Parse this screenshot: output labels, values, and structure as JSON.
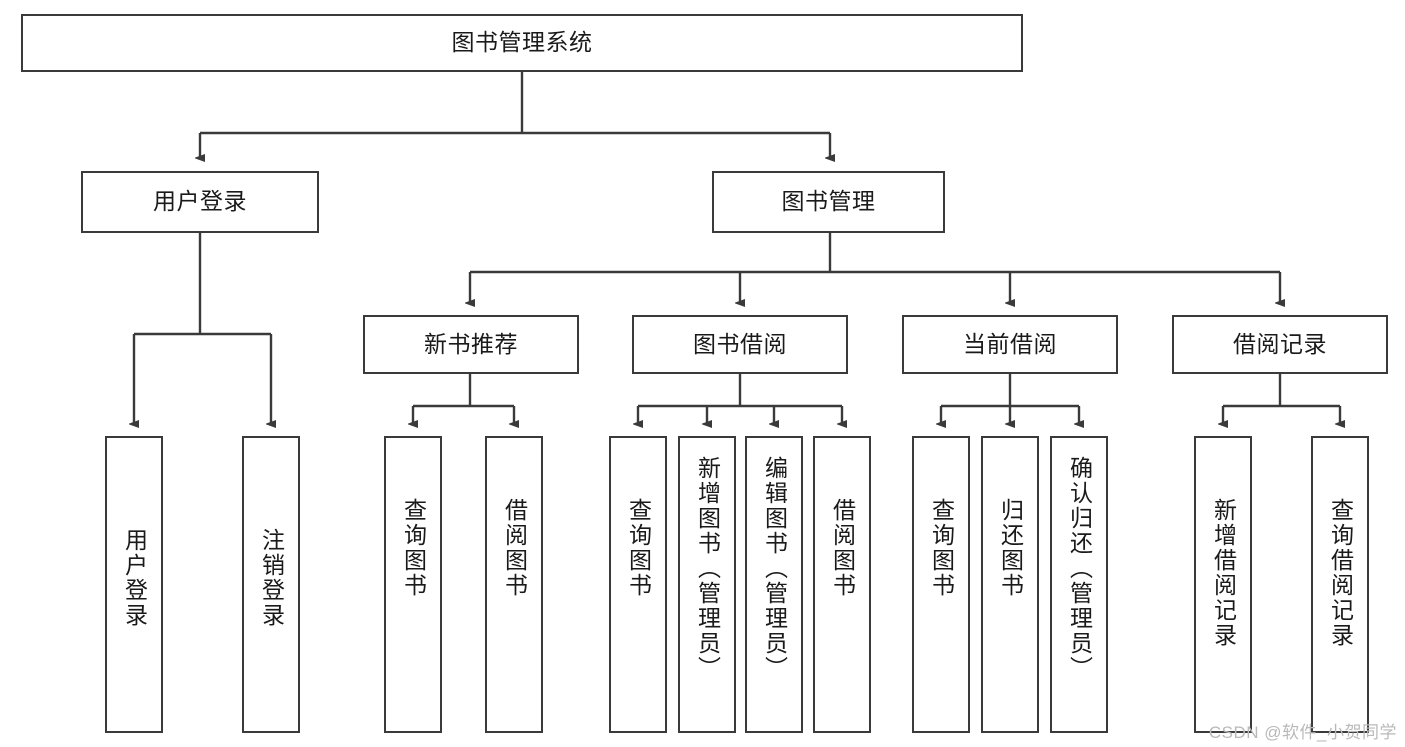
{
  "diagram": {
    "title": "图书管理系统",
    "type": "tree",
    "watermark": "CSDN @软件_小贺同学",
    "colors": {
      "box_border": "#3a3a3a",
      "box_fill": "#ffffff",
      "edge": "#3a3a3a",
      "text": "#1a1a1a",
      "watermark": "#b9b9b9"
    },
    "nodes": {
      "root": {
        "label": "图书管理系统",
        "level": 1,
        "orientation": "horizontal"
      },
      "l2": [
        {
          "label": "用户登录",
          "orientation": "horizontal"
        },
        {
          "label": "图书管理",
          "orientation": "horizontal"
        }
      ],
      "l3": [
        {
          "label": "新书推荐",
          "orientation": "horizontal"
        },
        {
          "label": "图书借阅",
          "orientation": "horizontal"
        },
        {
          "label": "当前借阅",
          "orientation": "horizontal"
        },
        {
          "label": "借阅记录",
          "orientation": "horizontal"
        }
      ],
      "leaves_user_login": [
        {
          "label": "用户登录",
          "orientation": "vertical"
        },
        {
          "label": "注销登录",
          "orientation": "vertical"
        }
      ],
      "leaves_new_book": [
        {
          "label": "查询图书",
          "orientation": "vertical"
        },
        {
          "label": "借阅图书",
          "orientation": "vertical"
        }
      ],
      "leaves_borrow": [
        {
          "label": "查询图书",
          "orientation": "vertical"
        },
        {
          "label": "新增图书（管理员）",
          "orientation": "vertical"
        },
        {
          "label": "编辑图书（管理员）",
          "orientation": "vertical"
        },
        {
          "label": "借阅图书",
          "orientation": "vertical"
        }
      ],
      "leaves_current": [
        {
          "label": "查询图书",
          "orientation": "vertical"
        },
        {
          "label": "归还图书",
          "orientation": "vertical"
        },
        {
          "label": "确认归还（管理员）",
          "orientation": "vertical"
        }
      ],
      "leaves_record": [
        {
          "label": "新增借阅记录",
          "orientation": "vertical"
        },
        {
          "label": "查询借阅记录",
          "orientation": "vertical"
        }
      ]
    }
  }
}
